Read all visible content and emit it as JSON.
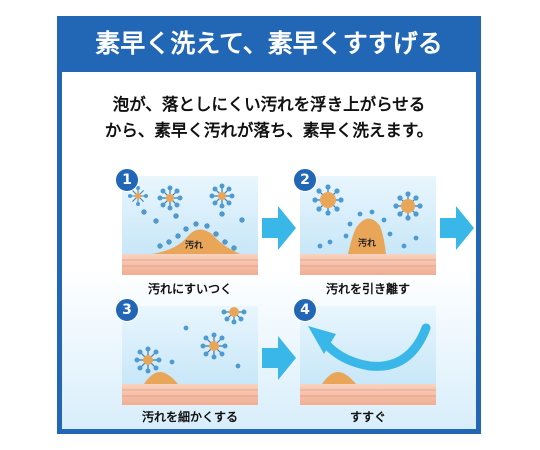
{
  "title": "素早く洗えて、素早くすすげる",
  "description": [
    "泡が、落としにくい汚れを浮き上がらせる",
    "から、素早く汚れが落ち、素早く洗えます。"
  ],
  "steps": [
    {
      "number": "1",
      "caption": "汚れにすいつく",
      "dirt_label": "汚れ"
    },
    {
      "number": "2",
      "caption": "汚れを引き離す",
      "dirt_label": "汚れ"
    },
    {
      "number": "3",
      "caption": "汚れを細かくする"
    },
    {
      "number": "4",
      "caption": "すすぐ"
    }
  ],
  "colors": {
    "brand_blue": "#2266b6",
    "arrow_blue": "#38b7e8",
    "dirt": "#e9a659",
    "skin": "#f6c7b0",
    "molecule_head": "#4f9bd0"
  }
}
